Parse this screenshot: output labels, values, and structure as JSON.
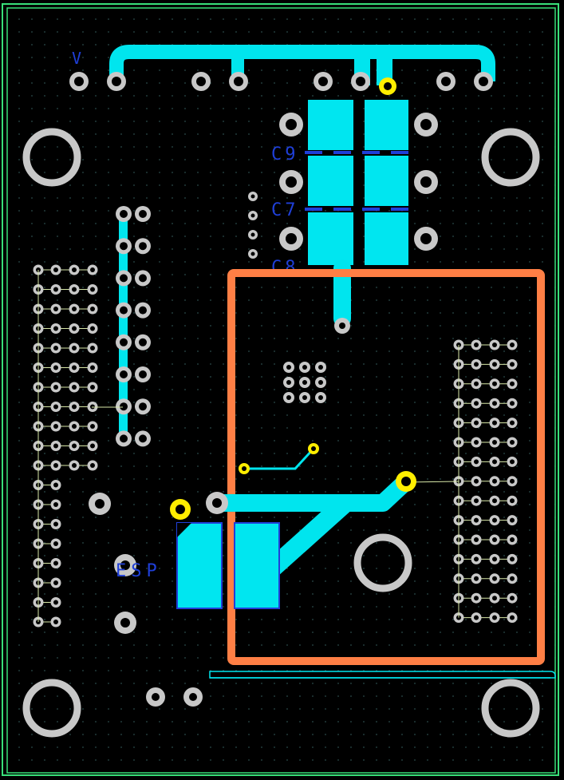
{
  "colors": {
    "background": "#000000",
    "board_outline": "#39e079",
    "copper": "#00e5ee",
    "copper_pour": "#00e6f0",
    "pad_ring": "#c8c8c8",
    "via_highlight": "#ffee00",
    "keepout": "#ff7f45",
    "silkscreen": "#1f3fd8",
    "thin_track": "#d8e8a8",
    "grid_dot": "#2b4a4a"
  },
  "labels": {
    "v_label": "V",
    "c9": "C9",
    "c7": "C7",
    "c8": "C8",
    "esp": "ESP"
  },
  "icons": {
    "mounting_hole": "mounting-hole-icon",
    "via": "via-icon",
    "pad": "pad-icon"
  }
}
